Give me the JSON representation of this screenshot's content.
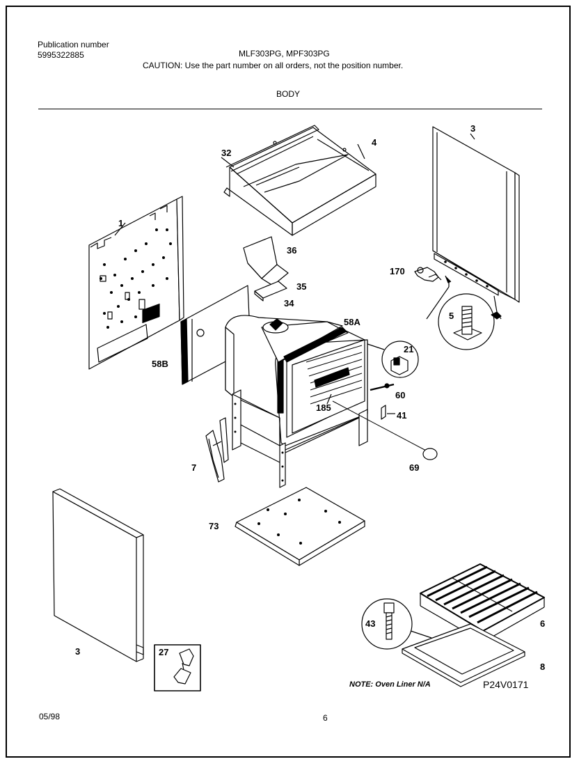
{
  "header": {
    "publication_label": "Publication number",
    "publication_number": "5995322885",
    "models": "MLF303PG, MPF303PG",
    "caution": "CAUTION:  Use the part number on all orders, not the position number.",
    "section": "BODY"
  },
  "callouts": {
    "c1": "1",
    "c3a": "3",
    "c3b": "3",
    "c4": "4",
    "c5": "5",
    "c6": "6",
    "c7": "7",
    "c8": "8",
    "c21": "21",
    "c27": "27",
    "c32": "32",
    "c34": "34",
    "c35": "35",
    "c36": "36",
    "c41": "41",
    "c43": "43",
    "c58a": "58A",
    "c58b": "58B",
    "c60": "60",
    "c69": "69",
    "c73": "73",
    "c170": "170",
    "c185": "185"
  },
  "footer": {
    "note": "NOTE: Oven Liner N/A",
    "diagram_code": "P24V0171",
    "date": "05/98",
    "page": "6"
  }
}
